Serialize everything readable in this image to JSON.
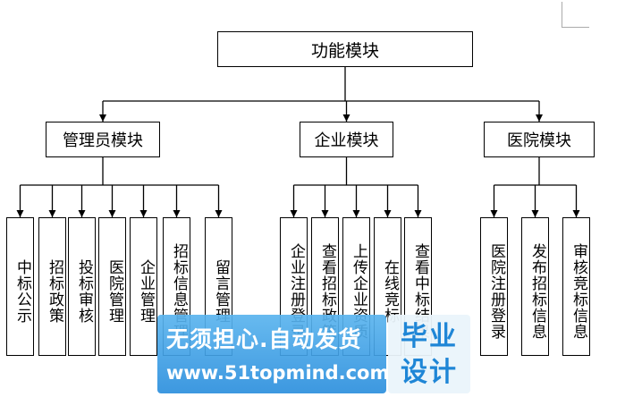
{
  "diagram": {
    "root": "功能模块",
    "modules": [
      {
        "label": "管理员模块",
        "leaves": [
          "中标公示",
          "招标政策",
          "投标审核",
          "医院管理",
          "企业管理",
          "招标信息管理",
          "留言管理"
        ]
      },
      {
        "label": "企业模块",
        "leaves": [
          "企业注册登录",
          "查看招标政策",
          "上传企业资质",
          "在线竞标",
          "查看中标结果"
        ]
      },
      {
        "label": "医院模块",
        "leaves": [
          "医院注册登录",
          "发布招标信息",
          "审核竞标信息"
        ]
      }
    ]
  },
  "watermark": {
    "slogan": "无须担心.自动发货",
    "url": "www.51topmind.com",
    "badge": "毕业设计",
    "color": "#2c8fdd"
  }
}
